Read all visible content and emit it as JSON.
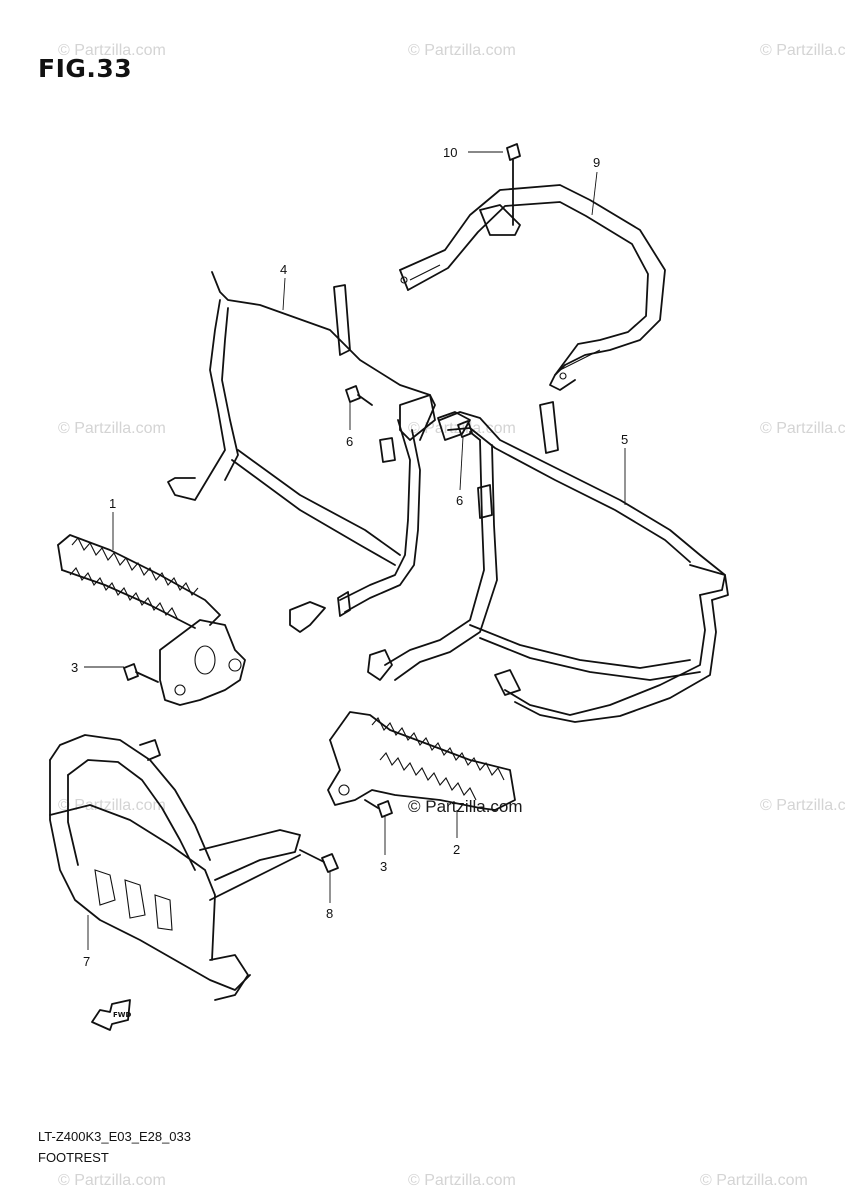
{
  "figure": {
    "title": "FIG.33",
    "code": "LT-Z400K3_E03_E28_033",
    "caption": "FOOTREST"
  },
  "watermarks": {
    "faint_text": "© Partzilla.com",
    "bold_text": "© Partzilla.com"
  },
  "callouts": [
    {
      "id": "1",
      "label": "1"
    },
    {
      "id": "2",
      "label": "2"
    },
    {
      "id": "3a",
      "label": "3"
    },
    {
      "id": "3b",
      "label": "3"
    },
    {
      "id": "4",
      "label": "4"
    },
    {
      "id": "5",
      "label": "5"
    },
    {
      "id": "6a",
      "label": "6"
    },
    {
      "id": "6b",
      "label": "6"
    },
    {
      "id": "7",
      "label": "7"
    },
    {
      "id": "8",
      "label": "8"
    },
    {
      "id": "9",
      "label": "9"
    },
    {
      "id": "10",
      "label": "10"
    }
  ],
  "fwd_arrow": {
    "label": "FWD",
    "icon": "fwd-arrow-icon"
  },
  "colors": {
    "line": "#111111",
    "watermark": "#d4d4d4",
    "background": "#ffffff"
  }
}
